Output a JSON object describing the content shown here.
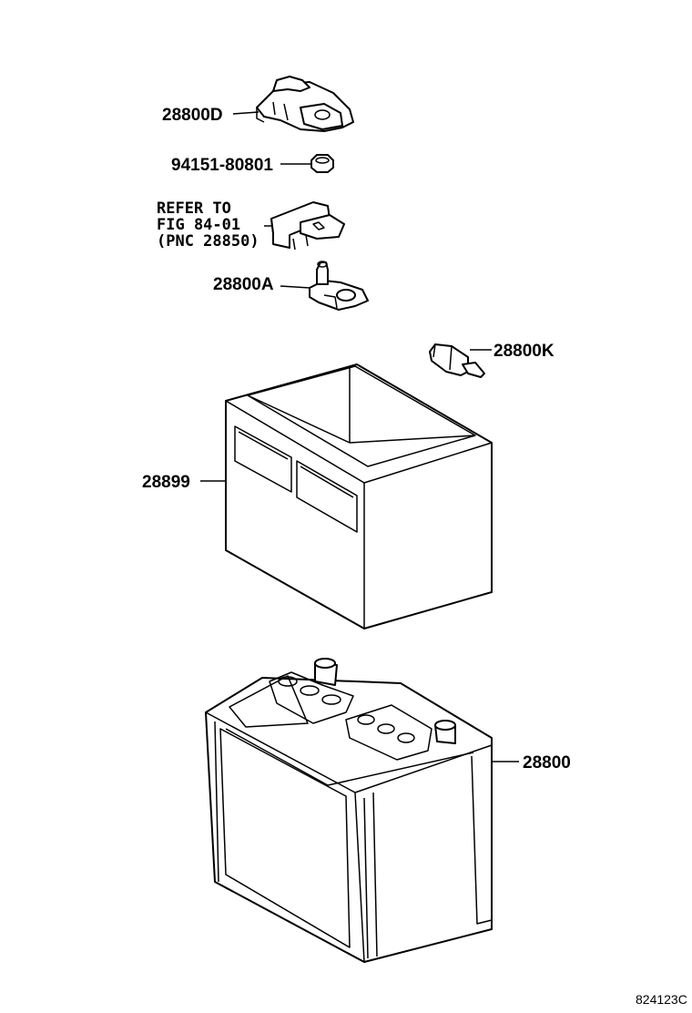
{
  "diagram": {
    "labels": {
      "p28800d": "28800D",
      "p94151": "94151-80801",
      "refer_line1": "REFER TO",
      "refer_line2": "FIG 84-01",
      "refer_line3": "(PNC 28850)",
      "p28800a": "28800A",
      "p28800k": "28800K",
      "p28899": "28899",
      "p28800": "28800"
    },
    "figure_code": "824123C"
  }
}
